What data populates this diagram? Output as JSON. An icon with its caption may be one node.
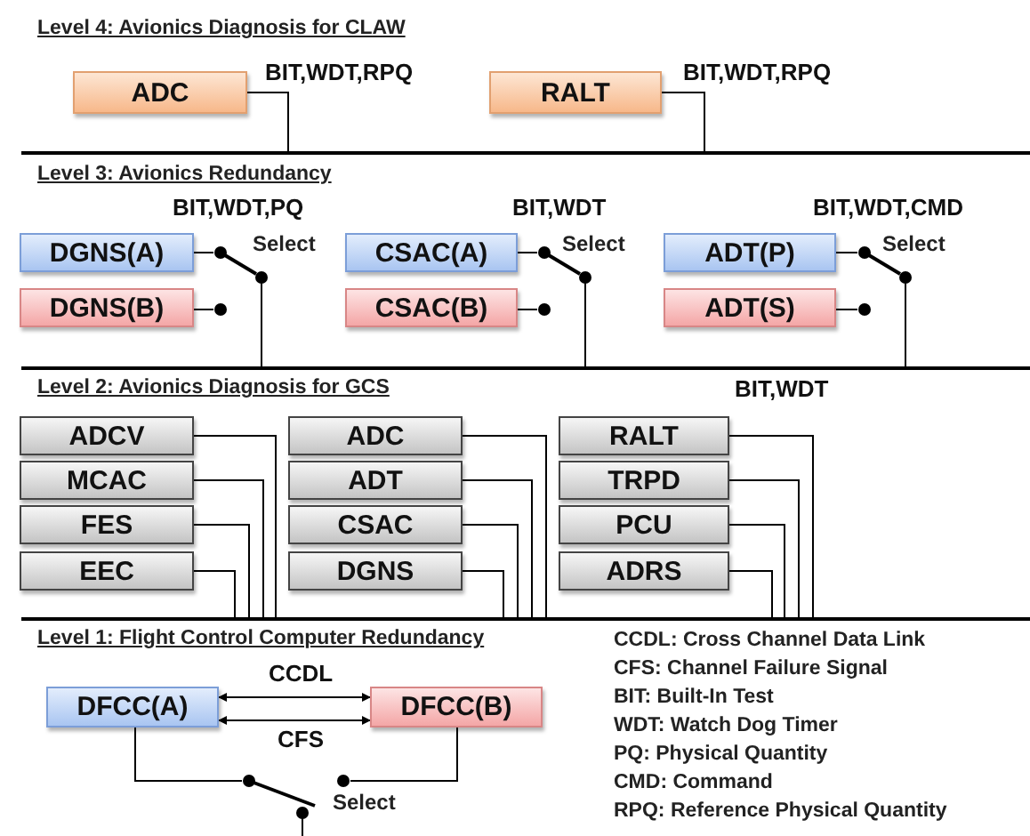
{
  "diagram": {
    "nodes": [
      {
        "text": [
          "ADC"
        ]
      },
      {
        "text": [
          "RALT"
        ]
      },
      {
        "text": [],
        "shape": "bar"
      },
      {
        "text": [
          "DGNS(A)"
        ]
      },
      {
        "text": [
          "DGNS(B)"
        ]
      },
      {
        "text": [],
        "shape": "switch",
        "beside": [
          "BIT,WDT,PQ",
          "Select"
        ]
      },
      {
        "text": [
          "CSAC(A)"
        ]
      },
      {
        "text": [
          "CSAC(B)"
        ]
      },
      {
        "text": [],
        "shape": "switch",
        "beside": [
          "BIT,WDT",
          "Select"
        ]
      },
      {
        "text": [
          "ADT(P)"
        ]
      },
      {
        "text": [
          "ADT(S)"
        ]
      },
      {
        "text": [],
        "shape": "switch",
        "beside": [
          "BIT,WDT,CMD",
          "Select"
        ]
      },
      {
        "text": [],
        "shape": "bar"
      },
      {
        "text": [
          "ADCV"
        ]
      },
      {
        "text": [
          "MCAC"
        ]
      },
      {
        "text": [
          "FES"
        ]
      },
      {
        "text": [
          "EEC"
        ]
      },
      {
        "text": [
          "ADC"
        ]
      },
      {
        "text": [
          "ADT"
        ]
      },
      {
        "text": [
          "CSAC"
        ]
      },
      {
        "text": [
          "DGNS"
        ]
      },
      {
        "text": [
          "RALT"
        ]
      },
      {
        "text": [
          "TRPD"
        ]
      },
      {
        "text": [
          "PCU"
        ]
      },
      {
        "text": [
          "ADRS"
        ]
      },
      {
        "text": [],
        "shape": "bar"
      },
      {
        "text": [
          "DFCC(A)"
        ]
      },
      {
        "text": [
          "DFCC(B)"
        ]
      },
      {
        "text": [],
        "shape": "switch",
        "beside": [
          "Select"
        ]
      }
    ],
    "edges": [
      {
        "from": 0,
        "to": 2,
        "arrow": "none",
        "label": "BIT,WDT,RPQ"
      },
      {
        "from": 1,
        "to": 2,
        "arrow": "none",
        "label": "BIT,WDT,RPQ"
      },
      {
        "from": 3,
        "to": 5,
        "arrow": "none"
      },
      {
        "from": 4,
        "to": 5,
        "arrow": "none"
      },
      {
        "from": 5,
        "to": 12,
        "arrow": "none"
      },
      {
        "from": 6,
        "to": 8,
        "arrow": "none"
      },
      {
        "from": 7,
        "to": 8,
        "arrow": "none"
      },
      {
        "from": 8,
        "to": 12,
        "arrow": "none"
      },
      {
        "from": 9,
        "to": 11,
        "arrow": "none"
      },
      {
        "from": 10,
        "to": 11,
        "arrow": "none"
      },
      {
        "from": 11,
        "to": 12,
        "arrow": "none"
      },
      {
        "from": 13,
        "to": 25,
        "arrow": "none"
      },
      {
        "from": 14,
        "to": 25,
        "arrow": "none"
      },
      {
        "from": 15,
        "to": 25,
        "arrow": "none"
      },
      {
        "from": 16,
        "to": 25,
        "arrow": "none"
      },
      {
        "from": 17,
        "to": 25,
        "arrow": "none"
      },
      {
        "from": 18,
        "to": 25,
        "arrow": "none"
      },
      {
        "from": 19,
        "to": 25,
        "arrow": "none"
      },
      {
        "from": 20,
        "to": 25,
        "arrow": "none"
      },
      {
        "from": 21,
        "to": 25,
        "arrow": "none"
      },
      {
        "from": 22,
        "to": 25,
        "arrow": "none"
      },
      {
        "from": 23,
        "to": 25,
        "arrow": "none"
      },
      {
        "from": 24,
        "to": 25,
        "arrow": "none"
      },
      {
        "from": 26,
        "to": 27,
        "arrow": "both",
        "label": "CCDL"
      },
      {
        "from": 26,
        "to": 27,
        "arrow": "both",
        "label": "CFS"
      },
      {
        "from": 26,
        "to": 28,
        "arrow": "none"
      },
      {
        "from": 27,
        "to": 28,
        "arrow": "none"
      },
      {
        "from": 28,
        "to": null,
        "arrow": "none"
      }
    ],
    "labels": [
      "Level 4: Avionics Diagnosis for CLAW",
      "Level 3: Avionics Redundancy",
      "Level 2: Avionics Diagnosis for GCS",
      "BIT,WDT",
      "Level 1: Flight Control Computer Redundancy",
      "CCDL: Cross Channel Data Link",
      "CFS: Channel Failure Signal",
      "BIT: Built-In Test",
      "WDT: Watch Dog Timer",
      "PQ: Physical Quantity",
      "CMD: Command",
      "RPQ: Reference Physical Quantity"
    ]
  }
}
